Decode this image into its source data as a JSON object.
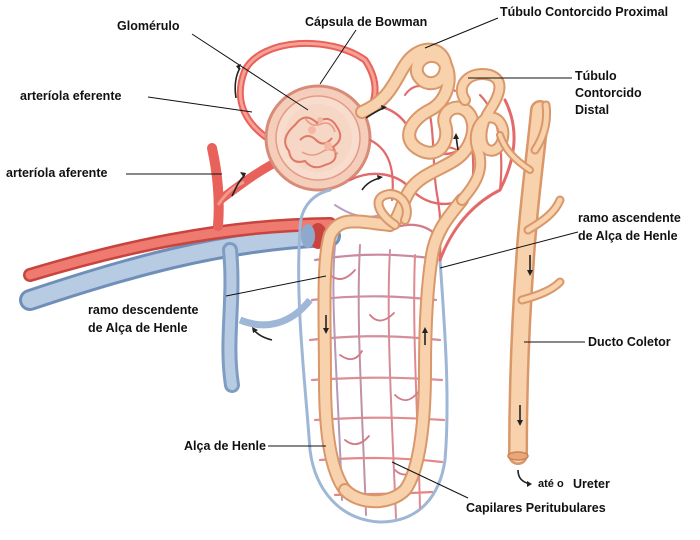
{
  "labels": {
    "glomerulo": "Glomérulo",
    "capsula": "Cápsula de Bowman",
    "tubulo_proximal": "Túbulo Contorcido Proximal",
    "tubulo_distal_1": "Túbulo",
    "tubulo_distal_2": "Contorcido",
    "tubulo_distal_3": "Distal",
    "arteriola_eferente": "arteríola eferente",
    "arteriola_aferente": "arteríola aferente",
    "ramo_ascendente_1": "ramo ascendente",
    "ramo_ascendente_2": "de Alça de Henle",
    "ramo_descendente_1": "ramo descendente",
    "ramo_descendente_2": "de Alça de Henle",
    "ducto_coletor": "Ducto Coletor",
    "alca_henle": "Alça de Henle",
    "ureter_prefix": "até o",
    "ureter": "Ureter",
    "capilares": "Capilares Peritubulares"
  },
  "colors": {
    "artery": "#e8615a",
    "artery_light": "#f29a8e",
    "vein": "#9fb7d6",
    "vein_dark": "#6f8fb8",
    "tubule": "#f6c9a0",
    "tubule_edge": "#d9976a",
    "capsule": "#f4c8b4",
    "capillary": "#e26a6a"
  }
}
